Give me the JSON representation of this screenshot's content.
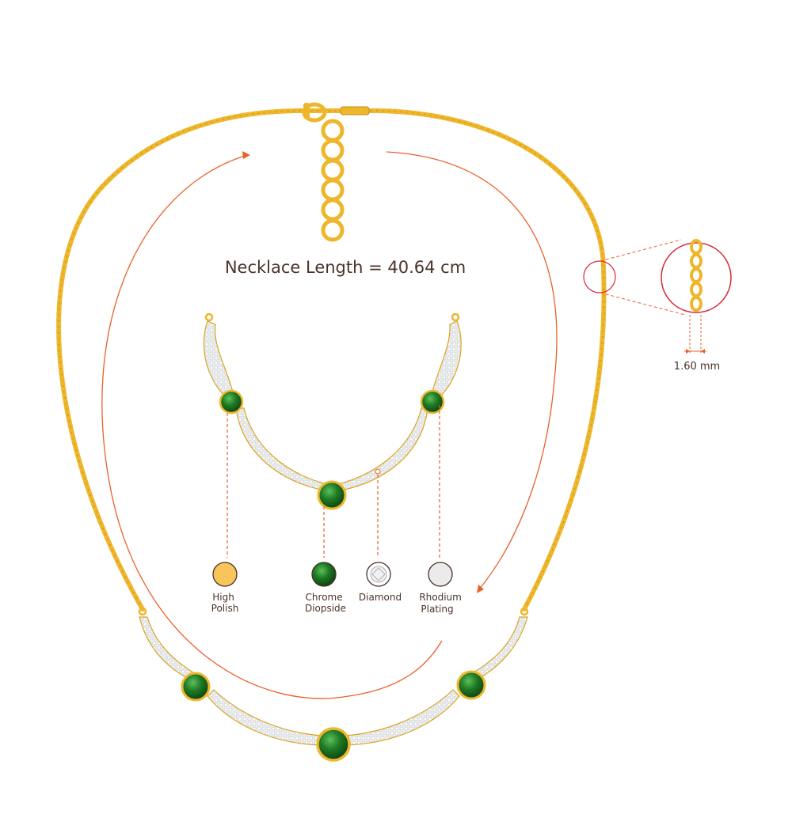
{
  "title": "Necklace Length = 40.64 cm",
  "chain_width": "1.60 mm",
  "materials": [
    {
      "line1": "High",
      "line2": "Polish",
      "swatch": "#f7c55a",
      "icon": "gold-swatch-icon"
    },
    {
      "line1": "Chrome",
      "line2": "Diopside",
      "swatch": "#1f7a24",
      "icon": "green-gem-icon"
    },
    {
      "line1": "Diamond",
      "line2": "",
      "swatch": "#ffffff",
      "icon": "diamond-icon"
    },
    {
      "line1": "Rhodium",
      "line2": "Plating",
      "swatch": "#eceaea",
      "icon": "rhodium-swatch-icon"
    }
  ],
  "colors": {
    "gold": "#eeb62a",
    "gold_dark": "#c88a12",
    "accent": "#e8622a",
    "highlight_circle": "#d62b3a",
    "emerald": "#1f7a24",
    "text": "#4a3328"
  }
}
